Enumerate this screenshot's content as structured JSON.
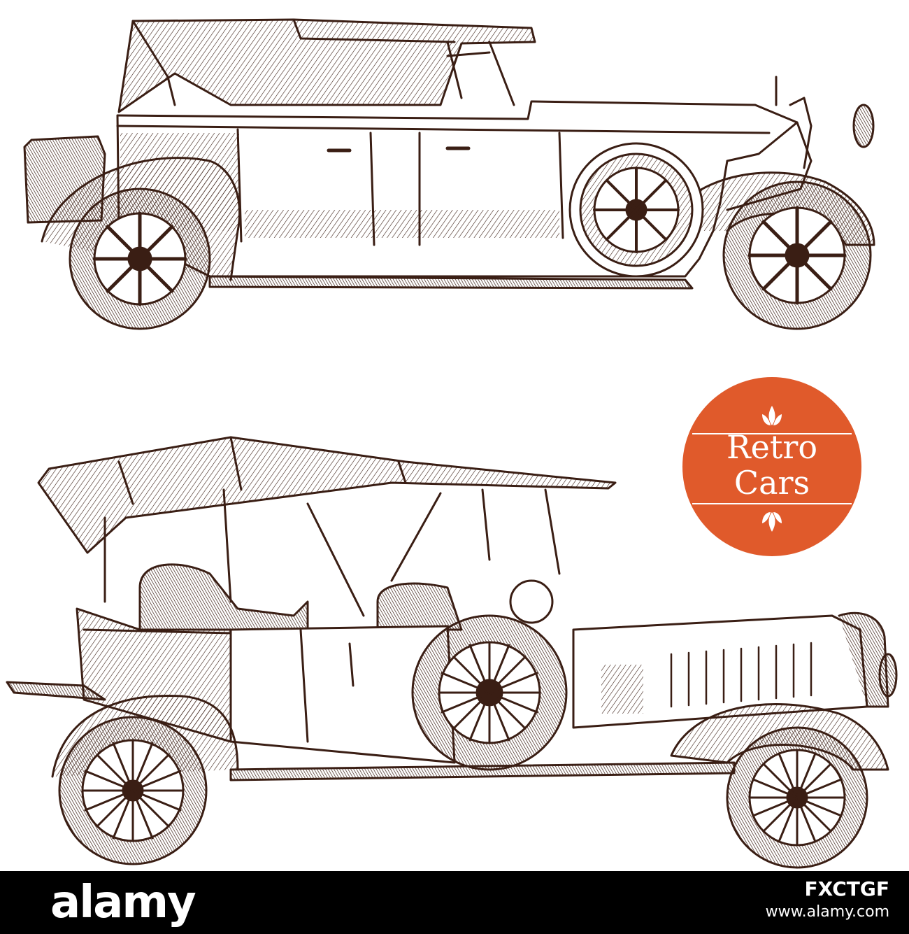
{
  "badge": {
    "line1": "Retro",
    "line2": "Cars",
    "color": "#e05a2b"
  },
  "footer": {
    "logo": "alamy",
    "image_id": "FXCTGF",
    "url": "www.alamy.com"
  },
  "colors": {
    "ink": "#3a1e14",
    "paper": "#ffffff",
    "footer_bg": "#000000"
  },
  "icons": [
    "lotus-icon",
    "lotus-icon"
  ]
}
